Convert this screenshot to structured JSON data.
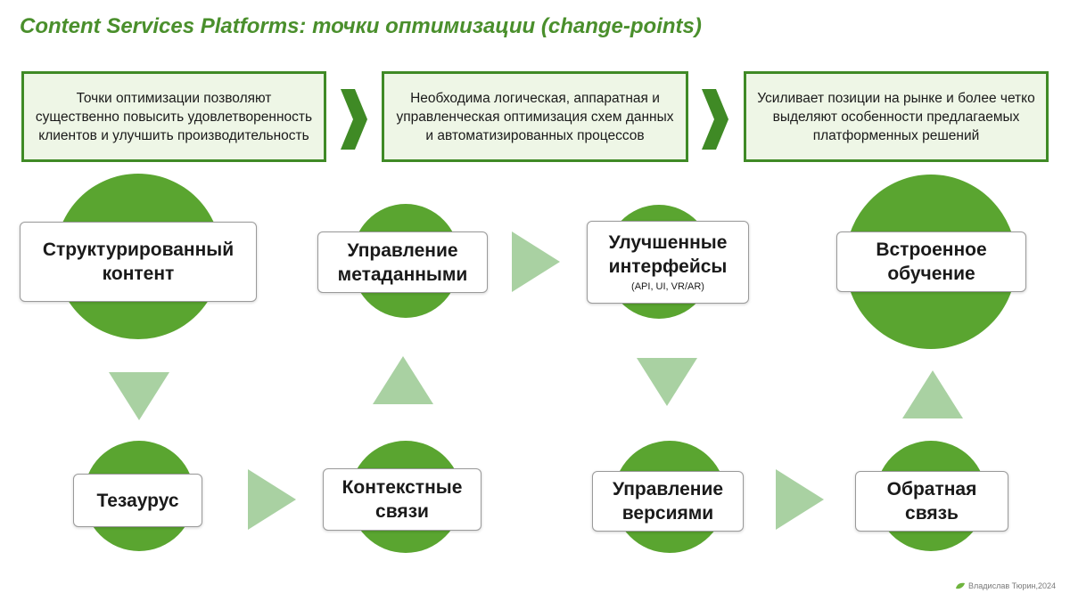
{
  "title": "Content Services Platforms: точки оптимизации (change-points)",
  "info_boxes": [
    "Точки оптимизации позволяют существенно повысить удовлетворенность клиентов и улучшить производительность",
    "Необходима логическая, аппаратная и управленческая оптимизация схем данных и автоматизированных процессов",
    "Усиливает позиции на рынке и более четко выделяют особенности предлагаемых платформенных решений"
  ],
  "nodes": {
    "structured": "Структурированный контент",
    "metadata": "Управление метаданными",
    "interfaces": "Улучшенные интерфейсы",
    "interfaces_sub": "(API, UI, VR/AR)",
    "training": "Встроенное обучение",
    "thesaurus": "Тезаурус",
    "context": "Контекстные связи",
    "versions": "Управление версиями",
    "feedback": "Обратная связь"
  },
  "footer": "Владислав Тюрин,2024",
  "colors": {
    "accent": "#5aa530",
    "title": "#4a8f2c",
    "box_border": "#3f8a25",
    "box_fill": "#eef6e6",
    "arrow": "#a9d1a2"
  }
}
